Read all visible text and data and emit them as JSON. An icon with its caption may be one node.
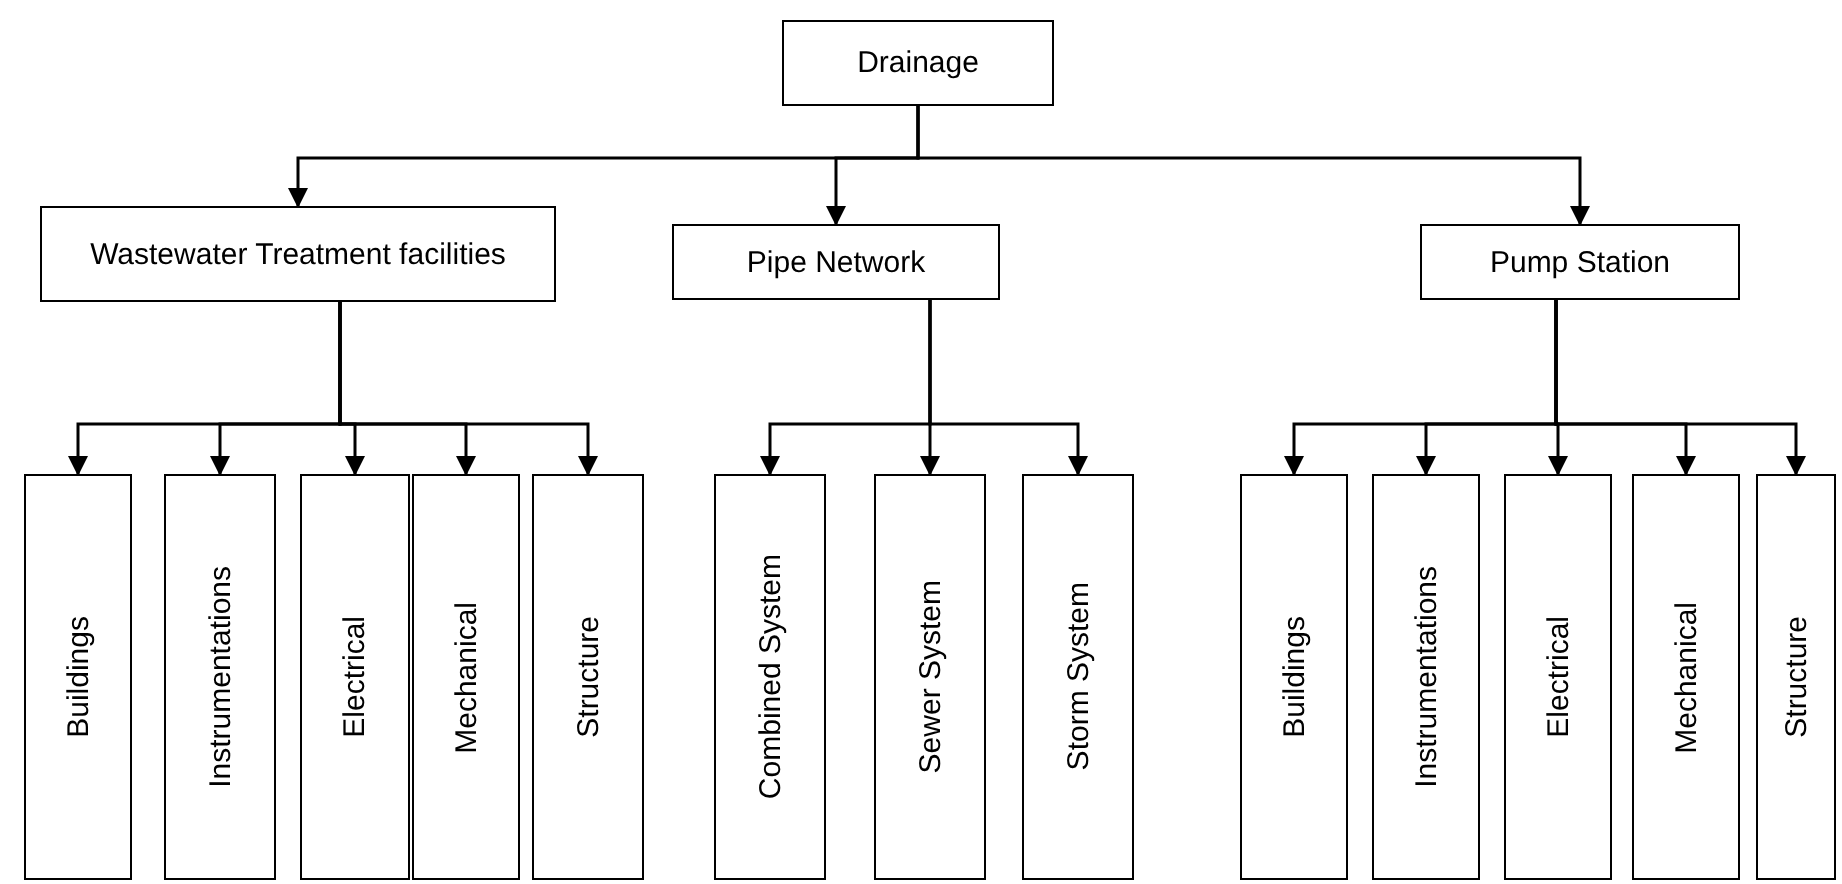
{
  "diagram": {
    "nodes": [
      {
        "text": [
          "Drainage"
        ]
      },
      {
        "text": [
          "Wastewater Treatment facilities"
        ]
      },
      {
        "text": [
          "Pipe Network"
        ]
      },
      {
        "text": [
          "Pump Station"
        ]
      },
      {
        "text": [
          "Buildings"
        ]
      },
      {
        "text": [
          "Instrumentations"
        ]
      },
      {
        "text": [
          "Electrical"
        ]
      },
      {
        "text": [
          "Mechanical"
        ]
      },
      {
        "text": [
          "Structure"
        ]
      },
      {
        "text": [
          "Combined System"
        ]
      },
      {
        "text": [
          "Sewer System"
        ]
      },
      {
        "text": [
          "Storm System"
        ]
      },
      {
        "text": [
          "Buildings"
        ]
      },
      {
        "text": [
          "Instrumentations"
        ]
      },
      {
        "text": [
          "Electrical"
        ]
      },
      {
        "text": [
          "Mechanical"
        ]
      },
      {
        "text": [
          "Structure"
        ]
      }
    ],
    "edges": [
      {
        "from": 0,
        "to": 1,
        "arrow": "to"
      },
      {
        "from": 0,
        "to": 2,
        "arrow": "to"
      },
      {
        "from": 0,
        "to": 3,
        "arrow": "to"
      },
      {
        "from": 1,
        "to": 4,
        "arrow": "to"
      },
      {
        "from": 1,
        "to": 5,
        "arrow": "to"
      },
      {
        "from": 1,
        "to": 6,
        "arrow": "to"
      },
      {
        "from": 1,
        "to": 7,
        "arrow": "to"
      },
      {
        "from": 1,
        "to": 8,
        "arrow": "to"
      },
      {
        "from": 2,
        "to": 9,
        "arrow": "to"
      },
      {
        "from": 2,
        "to": 10,
        "arrow": "to"
      },
      {
        "from": 2,
        "to": 11,
        "arrow": "to"
      },
      {
        "from": 3,
        "to": 12,
        "arrow": "to"
      },
      {
        "from": 3,
        "to": 13,
        "arrow": "to"
      },
      {
        "from": 3,
        "to": 14,
        "arrow": "to"
      },
      {
        "from": 3,
        "to": 15,
        "arrow": "to"
      },
      {
        "from": 3,
        "to": 16,
        "arrow": "to"
      }
    ]
  }
}
